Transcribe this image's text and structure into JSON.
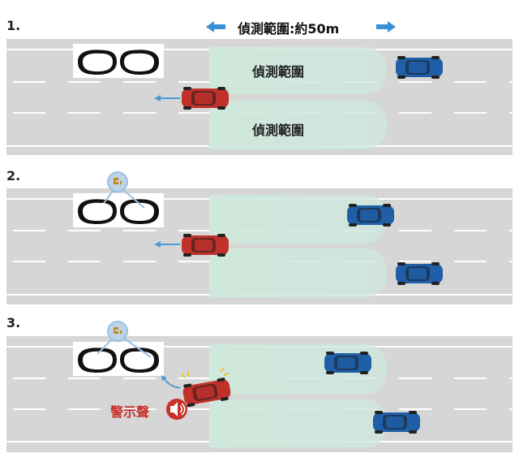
{
  "header": {
    "range_label": "偵測範圍:約50m",
    "left_arrow_icon": "arrow-left-icon",
    "right_arrow_icon": "arrow-right-icon"
  },
  "steps": [
    {
      "number": "1.",
      "zones": [
        "偵測範圍",
        "偵測範圍"
      ]
    },
    {
      "number": "2."
    },
    {
      "number": "3.",
      "alert_label": "警示聲",
      "alert_icon": "speaker-icon"
    }
  ],
  "icons": {
    "indicator": "blind-spot-indicator-icon",
    "mirror": "side-mirror-icon",
    "car": "car-icon"
  },
  "colors": {
    "road": "#d6d6d6",
    "zone": "#cfe9dd",
    "own_car": "#c0312b",
    "other_car": "#1f5fa8",
    "arrow": "#4a9bd6",
    "alert": "#c8312a",
    "indicator": "#9dbfe0"
  }
}
